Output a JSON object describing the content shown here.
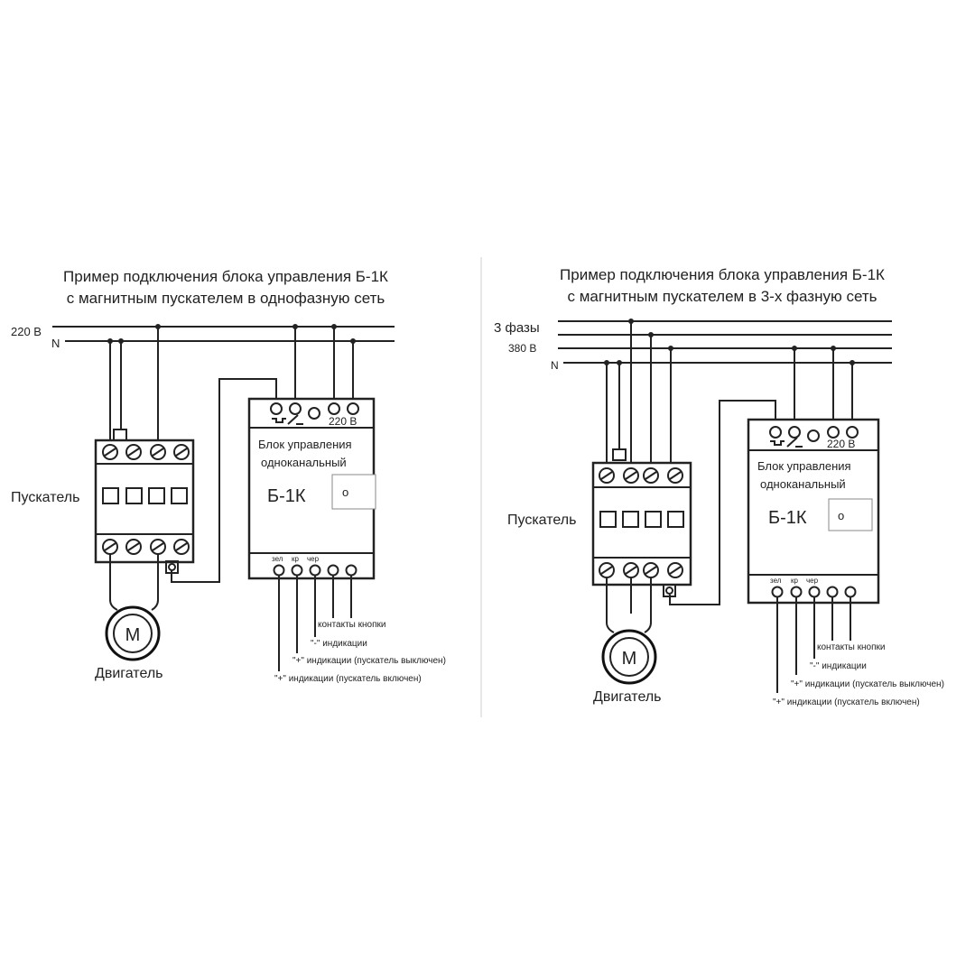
{
  "diagrams": [
    {
      "title_line1": "Пример подключения блока управления Б-1К",
      "title_line2": "с магнитным пускателем в однофазную сеть",
      "line_labels": [
        "220 В",
        "N"
      ],
      "starter_label": "Пускатель",
      "motor_symbol": "M",
      "motor_label": "Двигатель",
      "unit_voltage": "220 В",
      "unit_name_line1": "Блок управления",
      "unit_name_line2": "одноканальный",
      "unit_model": "Б-1К",
      "indicator_symbol": "o",
      "terminal_labels": [
        "зел",
        "кр",
        "чер"
      ],
      "annotations": [
        "контакты кнопки",
        "\"-\" индикации",
        "\"+\" индикации (пускатель выключен)",
        "\"+\" индикации (пускатель включен)"
      ]
    },
    {
      "title_line1": "Пример подключения блока управления Б-1К",
      "title_line2": "с магнитным пускателем в 3-х фазную сеть",
      "line_labels": [
        "3 фазы",
        "380 В",
        "N"
      ],
      "starter_label": "Пускатель",
      "motor_symbol": "M",
      "motor_label": "Двигатель",
      "unit_voltage": "220 В",
      "unit_name_line1": "Блок управления",
      "unit_name_line2": "одноканальный",
      "unit_model": "Б-1К",
      "indicator_symbol": "o",
      "terminal_labels": [
        "зел",
        "кр",
        "чер"
      ],
      "annotations": [
        "контакты кнопки",
        "\"-\" индикации",
        "\"+\" индикации (пускатель выключен)",
        "\"+\" индикации (пускатель включен)"
      ]
    }
  ]
}
